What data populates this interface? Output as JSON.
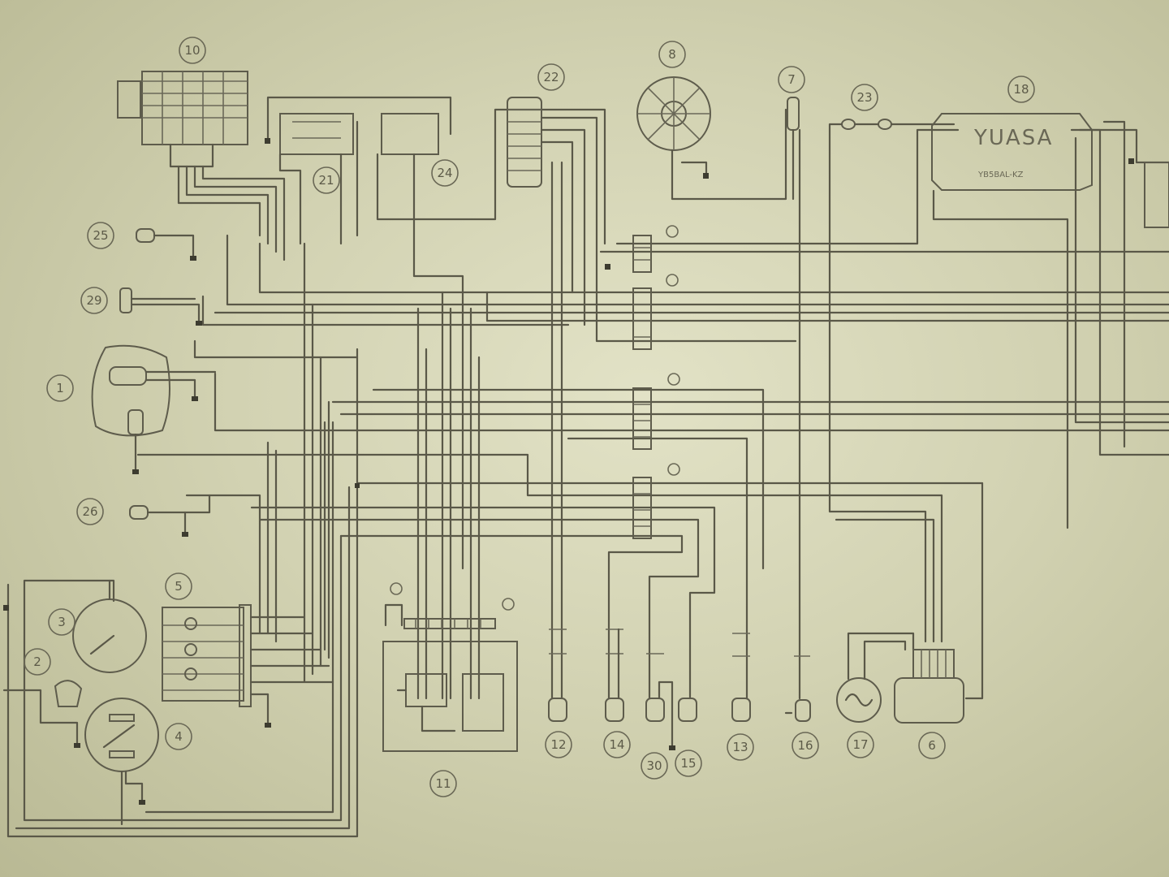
{
  "callouts": [
    {
      "id": "c10",
      "label": "10"
    },
    {
      "id": "c22",
      "label": "22"
    },
    {
      "id": "c8",
      "label": "8"
    },
    {
      "id": "c7",
      "label": "7"
    },
    {
      "id": "c23",
      "label": "23"
    },
    {
      "id": "c18",
      "label": "18"
    },
    {
      "id": "c21",
      "label": "21"
    },
    {
      "id": "c24",
      "label": "24"
    },
    {
      "id": "c25",
      "label": "25"
    },
    {
      "id": "c29",
      "label": "29"
    },
    {
      "id": "c1",
      "label": "1"
    },
    {
      "id": "c26",
      "label": "26"
    },
    {
      "id": "c5",
      "label": "5"
    },
    {
      "id": "c3",
      "label": "3"
    },
    {
      "id": "c2",
      "label": "2"
    },
    {
      "id": "c4",
      "label": "4"
    },
    {
      "id": "c11",
      "label": "11"
    },
    {
      "id": "c12",
      "label": "12"
    },
    {
      "id": "c14",
      "label": "14"
    },
    {
      "id": "c30",
      "label": "30"
    },
    {
      "id": "c15",
      "label": "15"
    },
    {
      "id": "c13",
      "label": "13"
    },
    {
      "id": "c16",
      "label": "16"
    },
    {
      "id": "c17",
      "label": "17"
    },
    {
      "id": "c6",
      "label": "6"
    }
  ],
  "battery": {
    "brand": "YUASA",
    "model": "YB5BAL-KZ"
  },
  "colors": {
    "paper": "#d8d8ba",
    "ink": "#5a5848"
  }
}
